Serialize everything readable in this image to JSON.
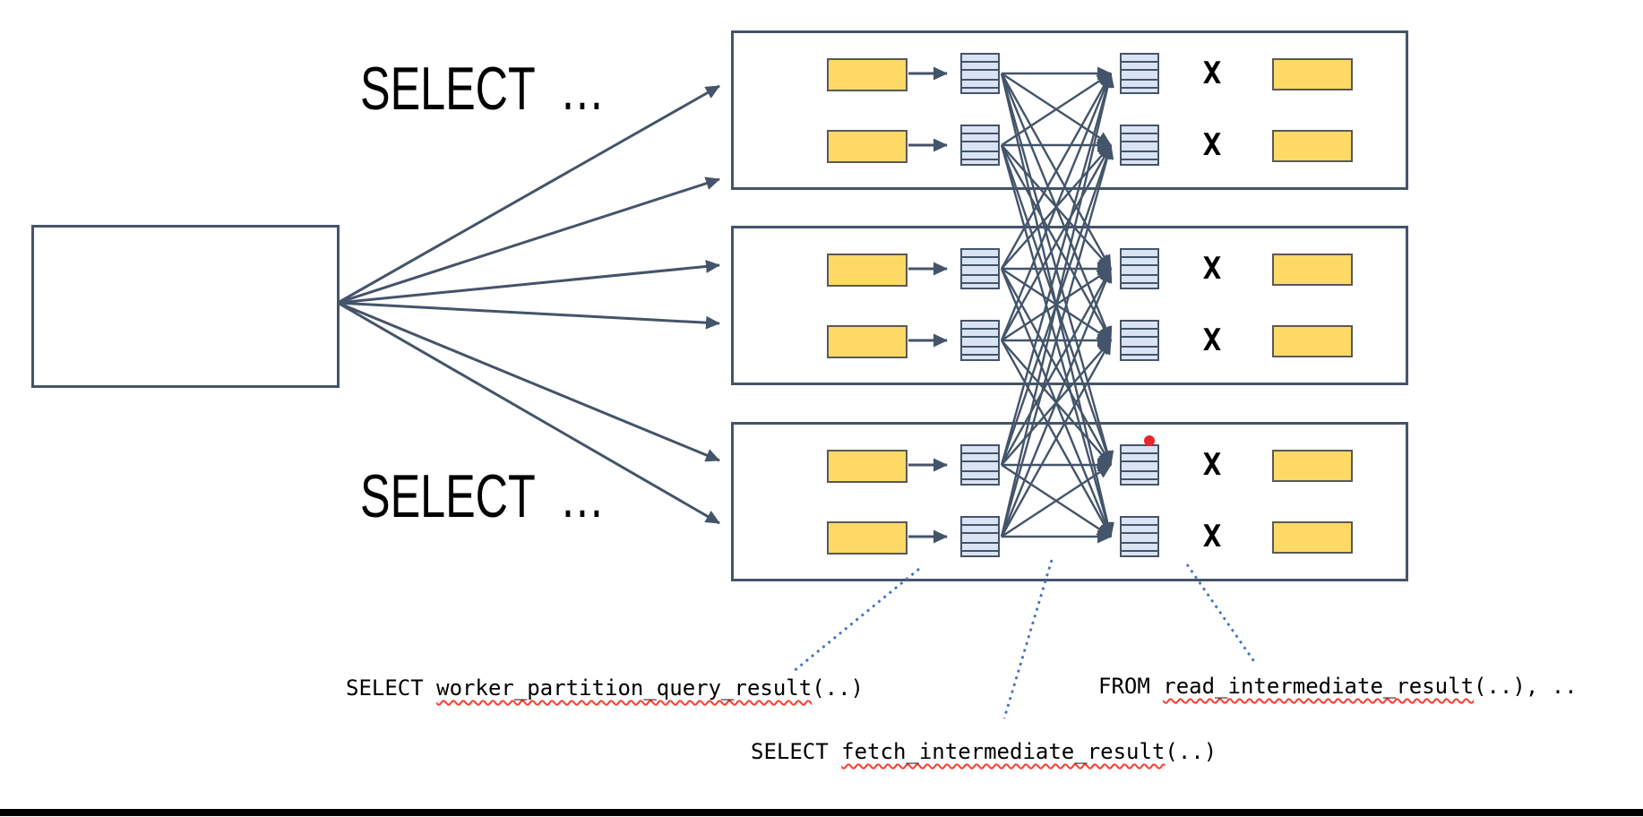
{
  "queries": {
    "coordinator_query_top": "SELECT  …",
    "coordinator_query_bottom": "SELECT  …"
  },
  "workers": {
    "count": 3,
    "rows_per_worker": 2,
    "x_label": "X"
  },
  "annotations": {
    "partition": {
      "prefix": "SELECT ",
      "function": "worker_partition_query_result",
      "suffix": "(..)"
    },
    "read": {
      "prefix": "FROM ",
      "function": "read_intermediate_result",
      "suffix": "(..), .."
    },
    "fetch": {
      "prefix": "SELECT ",
      "function": "fetch_intermediate_result",
      "suffix": "(..)"
    }
  },
  "colors": {
    "line": "#44546A",
    "shard_fill": "#FFD966",
    "shard_border": "#595959",
    "intermediate_fill": "#DAE3F3",
    "callout": "#4472C4",
    "squiggle": "#FF3B30",
    "red_dot": "#E8252A",
    "bottom_bar": "#000000"
  }
}
